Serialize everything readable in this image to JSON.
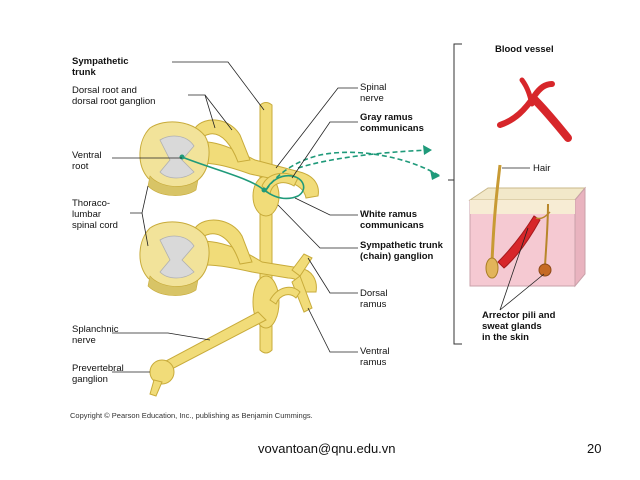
{
  "labels": {
    "sympathetic_trunk": [
      "Sympathetic",
      "trunk"
    ],
    "dorsal_root": [
      "Dorsal root and",
      "dorsal root ganglion"
    ],
    "ventral_root": [
      "Ventral",
      "root"
    ],
    "thoracolumbar": [
      "Thoraco-",
      "lumbar",
      "spinal cord"
    ],
    "splanchnic": [
      "Splanchnic",
      "nerve"
    ],
    "prevertebral": [
      "Prevertebral",
      "ganglion"
    ],
    "spinal_nerve": [
      "Spinal",
      "nerve"
    ],
    "gray_ramus": [
      "Gray ramus",
      "communicans"
    ],
    "white_ramus": [
      "White ramus",
      "communicans"
    ],
    "chain_ganglion": [
      "Sympathetic trunk",
      "(chain) ganglion"
    ],
    "dorsal_ramus": [
      "Dorsal",
      "ramus"
    ],
    "ventral_ramus": [
      "Ventral",
      "ramus"
    ],
    "blood_vessel": "Blood vessel",
    "hair": "Hair",
    "arrector": [
      "Arrector pili and",
      "sweat glands",
      "in the skin"
    ]
  },
  "footer": {
    "copyright": "Copyright © Pearson Education, Inc., publishing as Benjamin Cummings.",
    "email": "vovantoan@qnu.edu.vn",
    "page_number": "20"
  },
  "colors": {
    "nerve": "#f1dc79",
    "nerve_stroke": "#c8ab3a",
    "fiber": "#1f9a7a",
    "vessel": "#d7262a",
    "skin": "#f5c9d2"
  }
}
